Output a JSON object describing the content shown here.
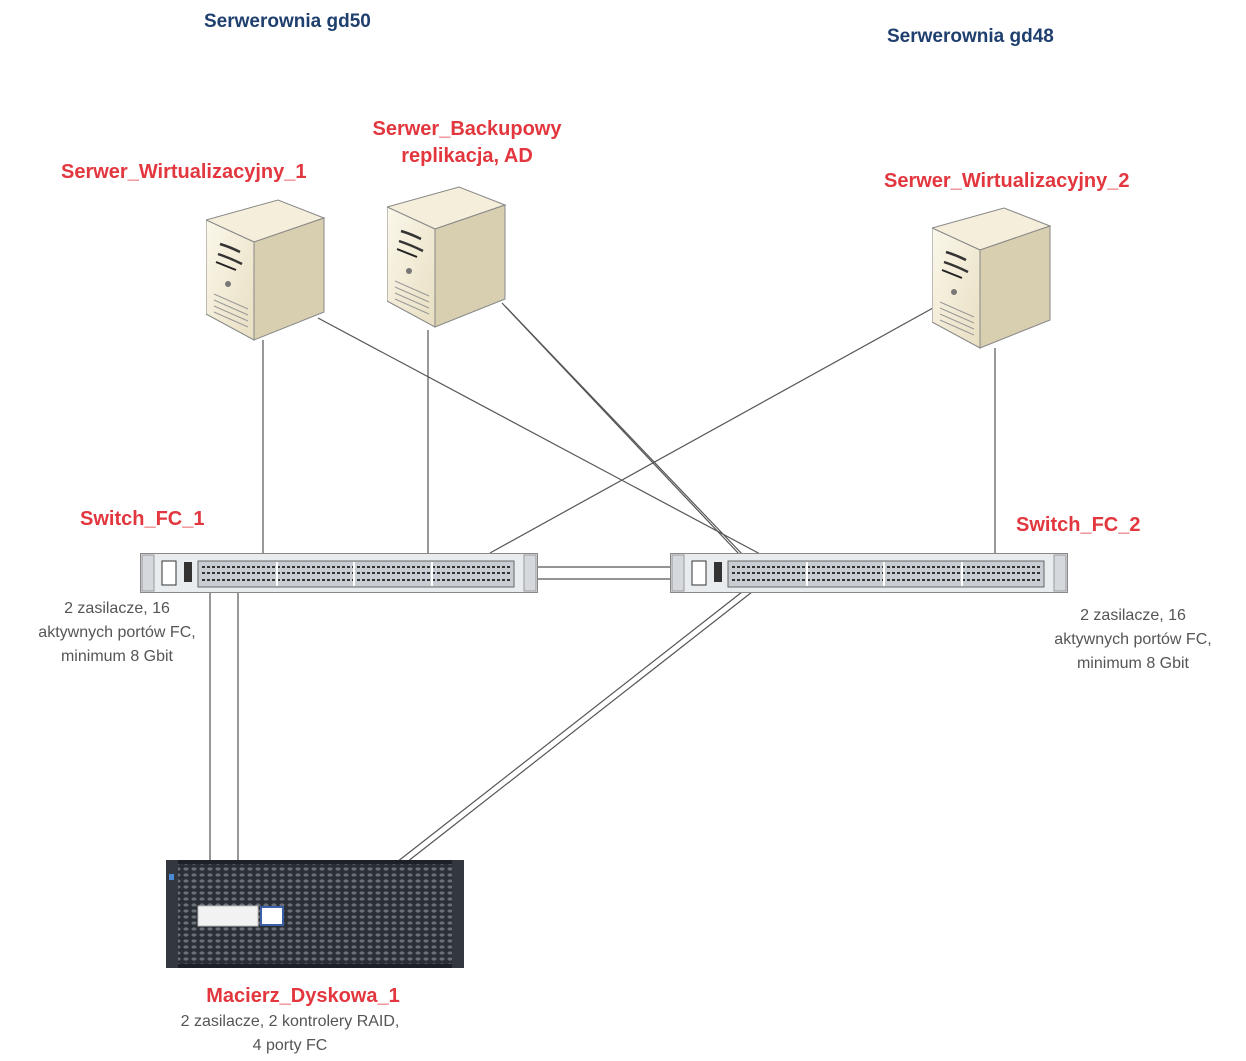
{
  "rooms": {
    "left": "Serwerownia gd50",
    "right": "Serwerownia gd48"
  },
  "servers": {
    "virt1": {
      "label": "Serwer_Wirtualizacyjny_1",
      "icon": "tower-server-icon"
    },
    "backup": {
      "label_line1": "Serwer_Backupowy",
      "label_line2": "replikacja, AD",
      "icon": "tower-server-icon"
    },
    "virt2": {
      "label": "Serwer_Wirtualizacyjny_2",
      "icon": "tower-server-icon"
    }
  },
  "switches": {
    "fc1": {
      "label": "Switch_FC_1",
      "desc": [
        "2 zasilacze, 16",
        "aktywnych portów FC,",
        "minimum 8 Gbit"
      ],
      "icon": "rack-switch-icon"
    },
    "fc2": {
      "label": "Switch_FC_2",
      "desc": [
        "2 zasilacze, 16",
        "aktywnych portów FC,",
        "minimum 8 Gbit"
      ],
      "icon": "rack-switch-icon"
    }
  },
  "storage": {
    "label": "Macierz_Dyskowa_1",
    "desc": [
      "2 zasilacze, 2 kontrolery RAID,",
      "4 porty FC"
    ],
    "icon": "disk-array-icon"
  },
  "colors": {
    "room_title": "#1f3f6e",
    "device_label": "#e2373e",
    "description": "#555555",
    "link": "#444444"
  }
}
